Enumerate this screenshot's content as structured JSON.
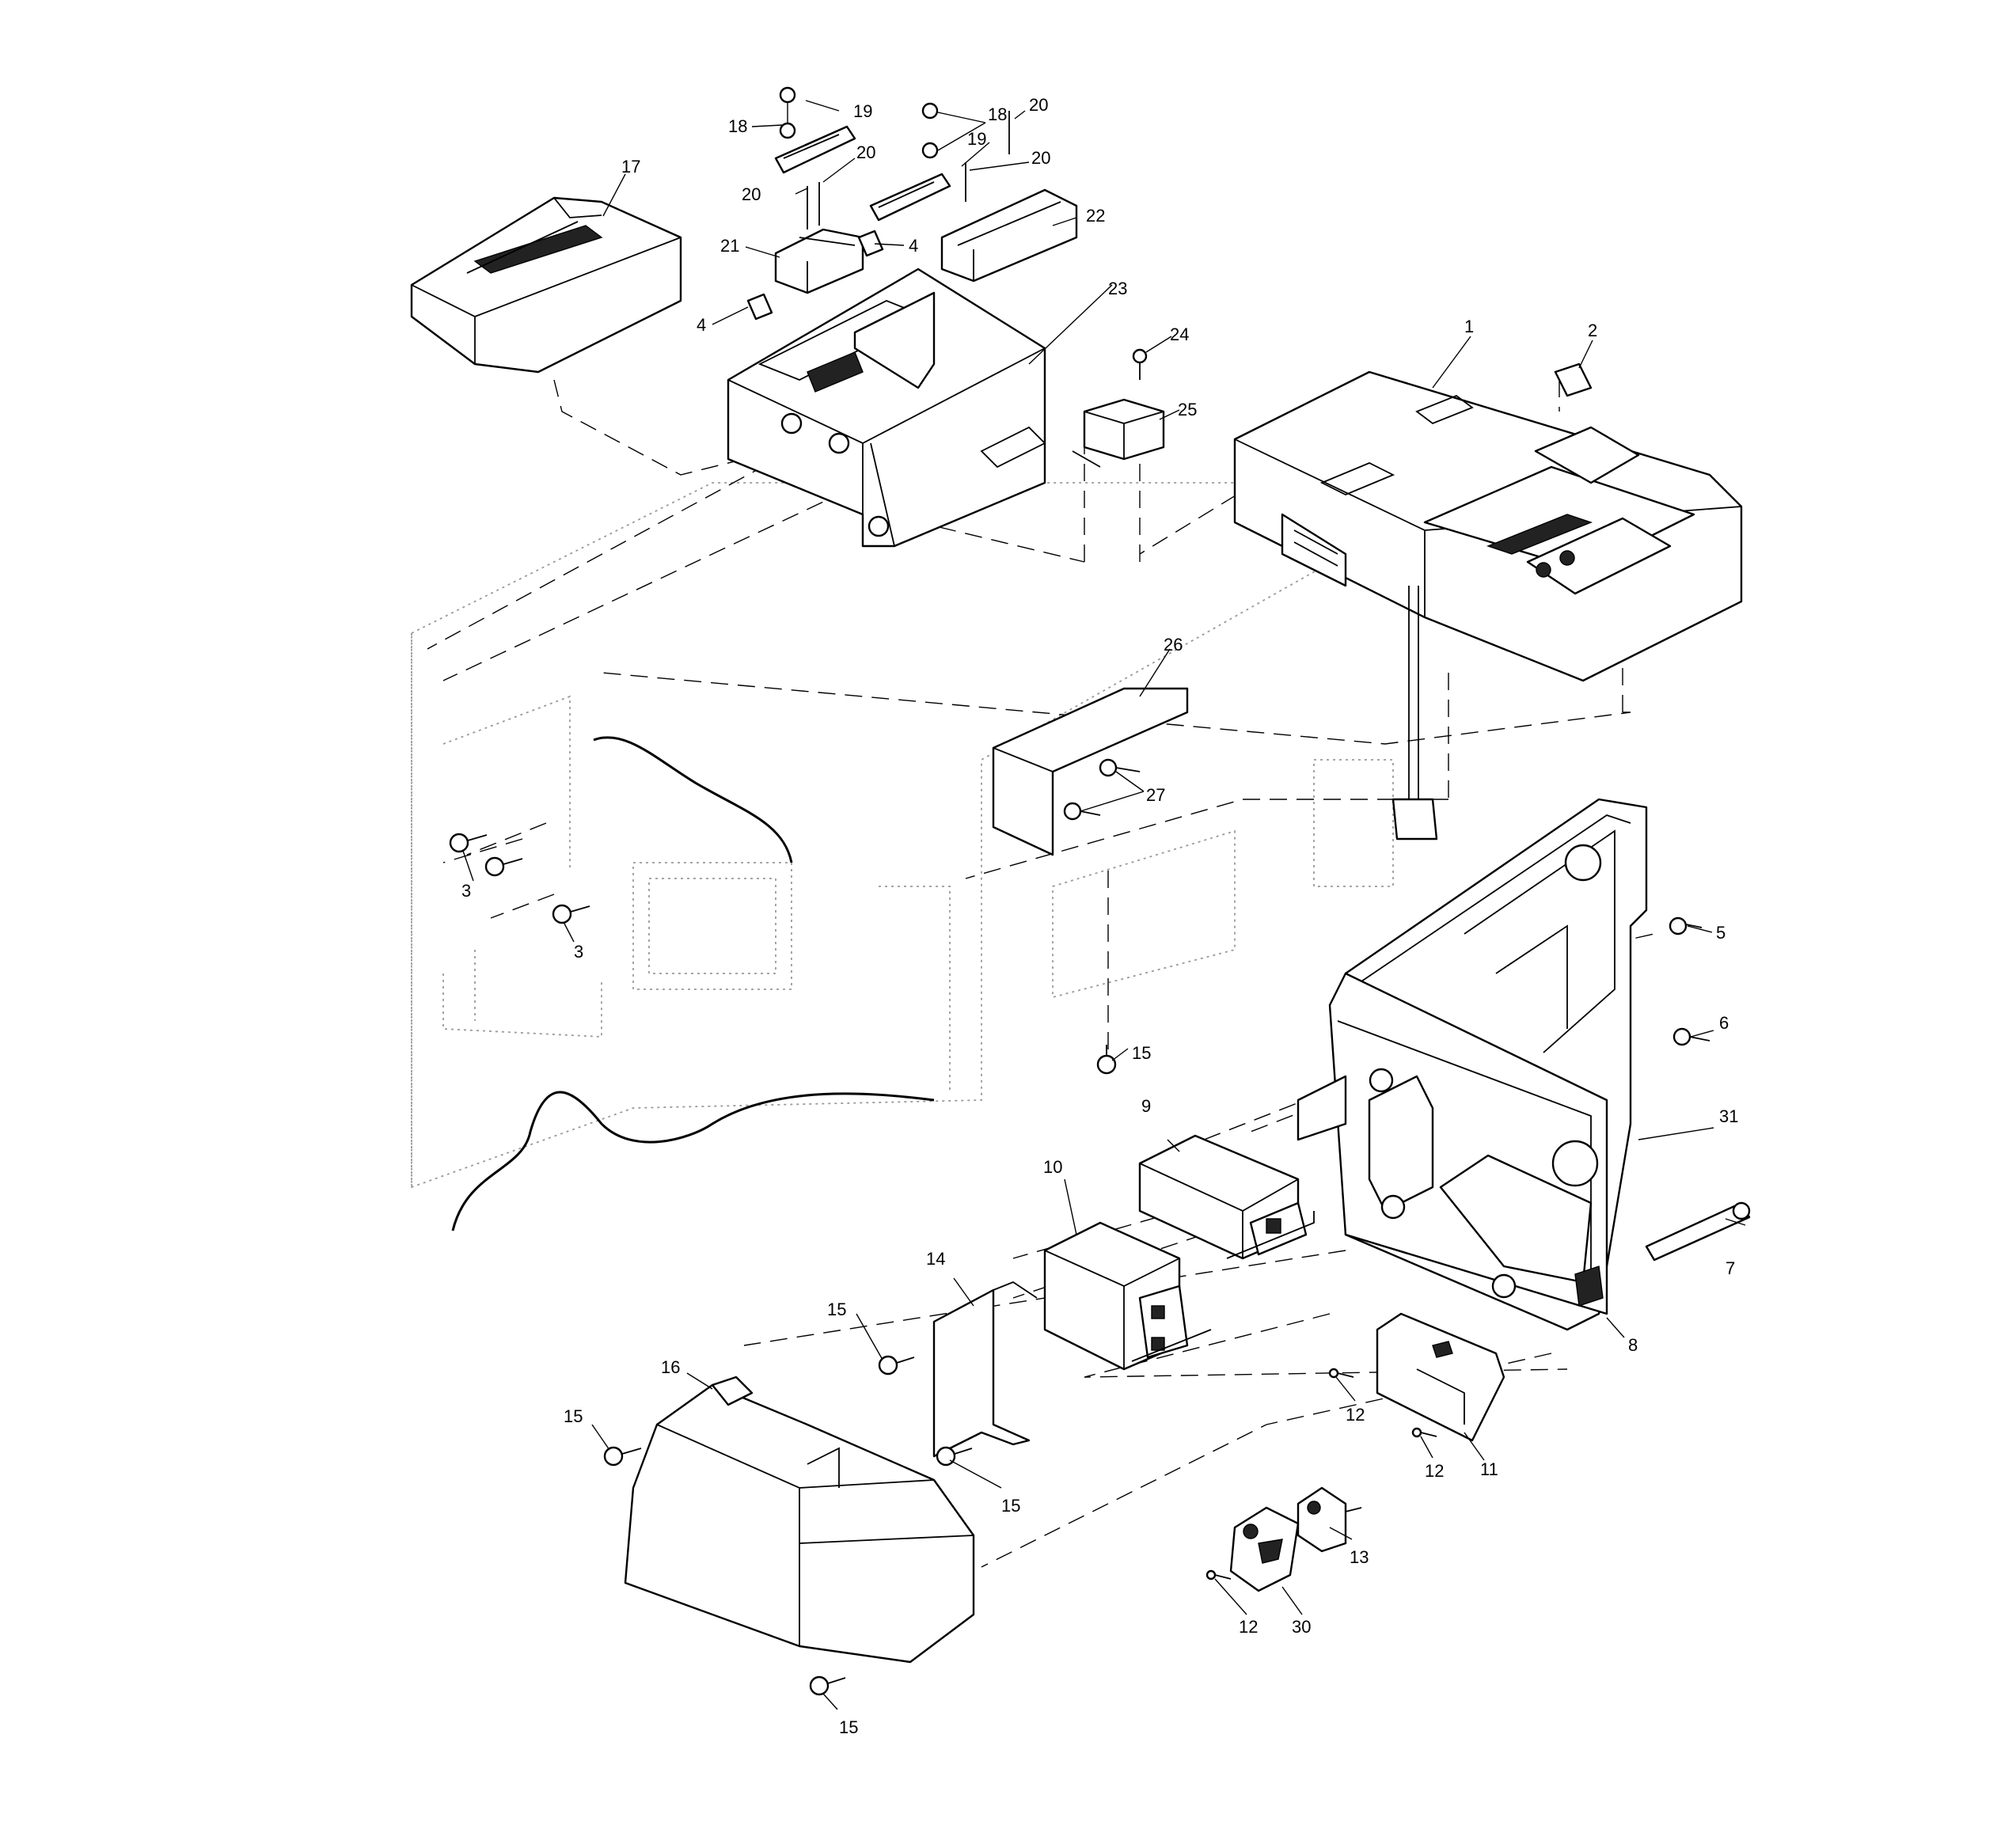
{
  "diagram": {
    "callouts": {
      "c1": "1",
      "c2": "2",
      "c3a": "3",
      "c3b": "3",
      "c4a": "4",
      "c4b": "4",
      "c5": "5",
      "c6": "6",
      "c7": "7",
      "c8": "8",
      "c9": "9",
      "c10": "10",
      "c11": "11",
      "c12a": "12",
      "c12b": "12",
      "c12c": "12",
      "c13": "13",
      "c14": "14",
      "c15a": "15",
      "c15b": "15",
      "c15c": "15",
      "c15d": "15",
      "c15e": "15",
      "c16": "16",
      "c17": "17",
      "c18a": "18",
      "c18b": "18",
      "c19a": "19",
      "c19b": "19",
      "c20a": "20",
      "c20b": "20",
      "c20c": "20",
      "c20d": "20",
      "c21": "21",
      "c22": "22",
      "c23": "23",
      "c24": "24",
      "c25": "25",
      "c26": "26",
      "c27": "27",
      "c30": "30",
      "c31": "31"
    }
  }
}
